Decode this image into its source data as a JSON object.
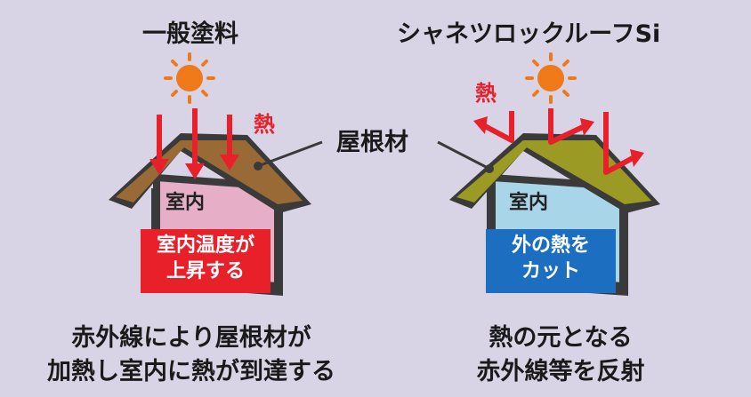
{
  "left_panel": {
    "title": "一般塗料",
    "heat_label": "熱",
    "room_label": "室内",
    "effect_box": {
      "line1": "室内温度が",
      "line2": "上昇する",
      "color": "#e8202a"
    },
    "caption_line1": "赤外線により屋根材が",
    "caption_line2": "加熱し室内に熱が到達する",
    "roof_color": "#9a6a36",
    "wall_color": "#e7aec8"
  },
  "right_panel": {
    "title": "シャネツロックルーフSi",
    "heat_label": "熱",
    "room_label": "室内",
    "effect_box": {
      "line1": "外の熱を",
      "line2": "カット",
      "color": "#1b6ec0"
    },
    "caption_line1": "熱の元となる",
    "caption_line2": "赤外線等を反射",
    "roof_color": "#9b9a24",
    "wall_color": "#a9d5e8"
  },
  "roof_material_label": "屋根材",
  "colors": {
    "sun": "#f07a1a",
    "arrow": "#e8202a",
    "house_outline": "#3a3a3a"
  }
}
